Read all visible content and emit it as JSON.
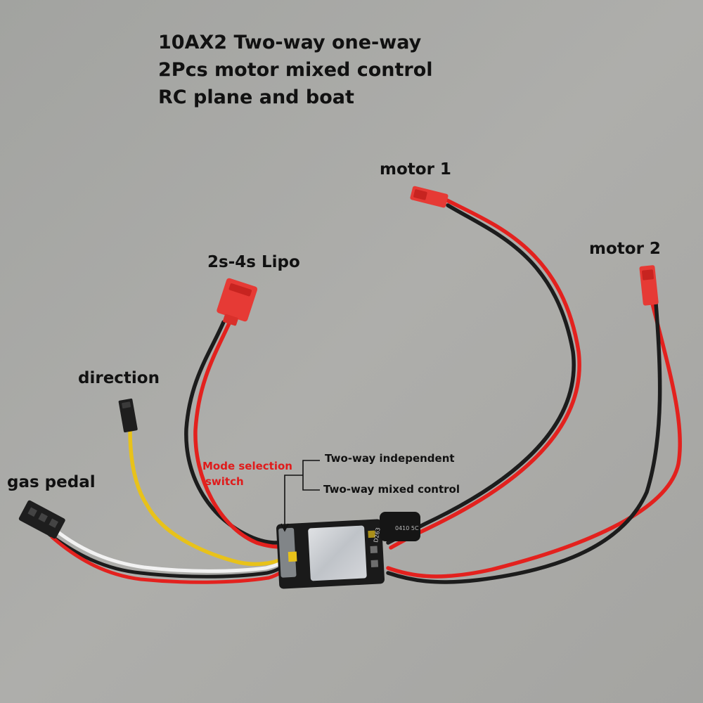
{
  "title": {
    "line1": "10AX2 Two-way one-way",
    "line2": "2Pcs motor mixed control",
    "line3": "RC plane and boat"
  },
  "labels": {
    "motor1": "motor 1",
    "motor2": "motor 2",
    "lipo": "2s-4s Lipo",
    "direction": "direction",
    "gas_pedal": "gas pedal",
    "mode_switch_line1": "Mode selection",
    "mode_switch_line2": "switch",
    "option_independent": "Two-way independent",
    "option_mixed": "Two-way mixed control"
  },
  "board_text": {
    "capacitor_marking": "0410 5C",
    "chip_marking": "D263"
  },
  "colors": {
    "background": "#a9a9a6",
    "wire_red": "#e3211e",
    "wire_black": "#1c1c1c",
    "wire_yellow": "#e8c21a",
    "wire_white": "#f2f2f2",
    "connector_red": "#e63a35",
    "annotation_red": "#e01b1b",
    "board": "#1a1a1a",
    "shield": "#c9ccd0"
  }
}
